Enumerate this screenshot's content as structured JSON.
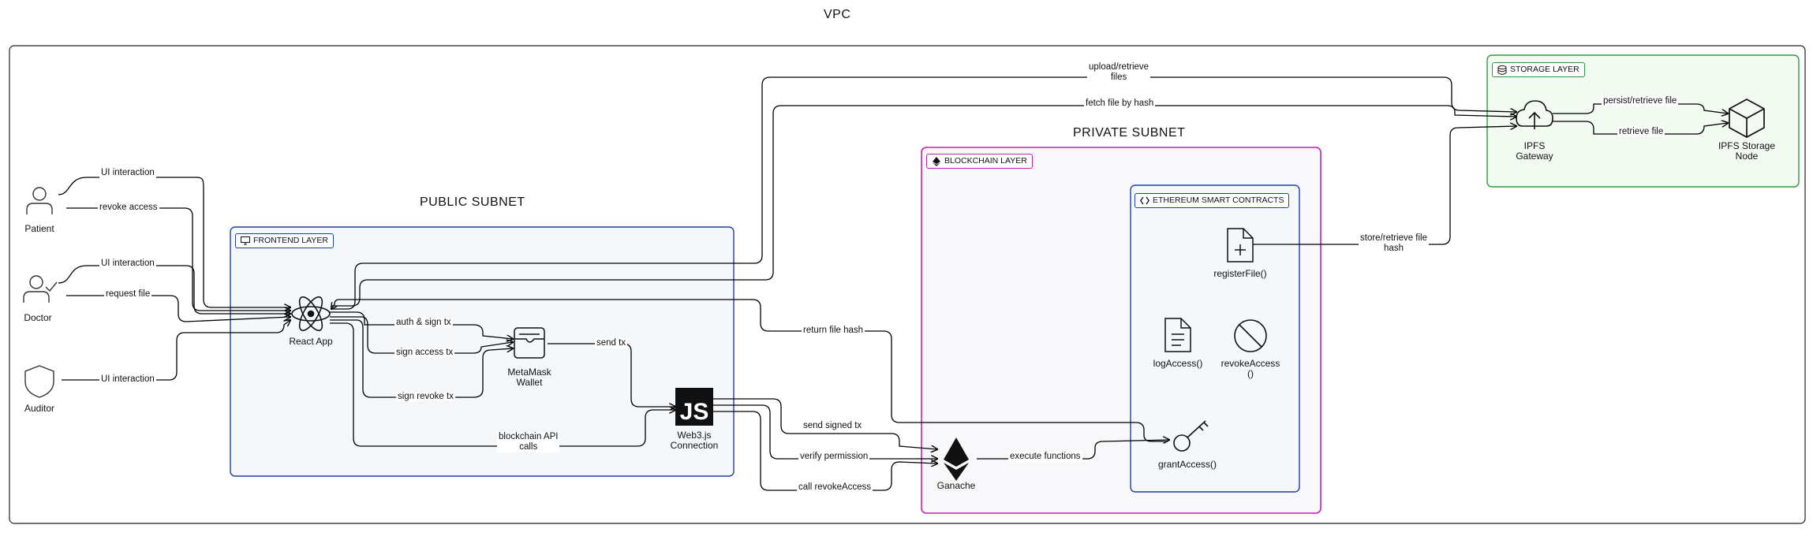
{
  "titles": {
    "vpc": "VPC",
    "public_subnet": "PUBLIC SUBNET",
    "private_subnet": "PRIVATE SUBNET"
  },
  "layers": {
    "frontend": "FRONTEND LAYER",
    "blockchain": "BLOCKCHAIN LAYER",
    "contracts": "ETHEREUM SMART CONTRACTS",
    "storage": "STORAGE LAYER"
  },
  "actors": {
    "patient": "Patient",
    "doctor": "Doctor",
    "auditor": "Auditor"
  },
  "nodes": {
    "react": "React App",
    "metamask": "MetaMask\nWallet",
    "web3": "Web3.js\nConnection",
    "ganache": "Ganache",
    "register": "registerFile()",
    "log": "logAccess()",
    "revoke": "revokeAccess\n()",
    "grant": "grantAccess()",
    "ipfs_gateway": "IPFS\nGateway",
    "ipfs_node": "IPFS Storage\nNode"
  },
  "edges": {
    "patient_ui": "UI interaction",
    "patient_revoke": "revoke access",
    "doctor_ui": "UI interaction",
    "doctor_request": "request file",
    "auditor_ui": "UI interaction",
    "auth_sign": "auth & sign tx",
    "sign_access": "sign access tx",
    "sign_revoke": "sign revoke tx",
    "send_tx": "send tx",
    "blockchain_api": "blockchain API\ncalls",
    "return_hash": "return file hash",
    "send_signed": "send signed tx",
    "verify_perm": "verify permission",
    "call_revoke": "call revokeAccess",
    "execute": "execute functions",
    "upload": "upload/retrieve\nfiles",
    "fetch_hash": "fetch file by hash",
    "store_hash": "store/retrieve file\nhash",
    "persist": "persist/retrieve file",
    "retrieve": "retrieve file"
  },
  "colors": {
    "frontend_border": "#1f3fa8",
    "frontend_fill": "#f4f8fa",
    "blockchain_border": "#c21fb8",
    "blockchain_fill": "#f8f7fa",
    "contracts_border": "#1f3fa8",
    "contracts_fill": "#f4f8fa",
    "storage_border": "#2e9a3e",
    "storage_fill": "#f2faf2",
    "line": "#000000"
  },
  "icons": [
    "user-icon",
    "user-check-icon",
    "shield-icon",
    "react-icon",
    "wallet-icon",
    "js-icon",
    "ethereum-icon",
    "file-plus-icon",
    "file-text-icon",
    "ban-icon",
    "key-icon",
    "cloud-upload-icon",
    "box-icon",
    "monitor-icon",
    "code-icon",
    "database-icon"
  ]
}
